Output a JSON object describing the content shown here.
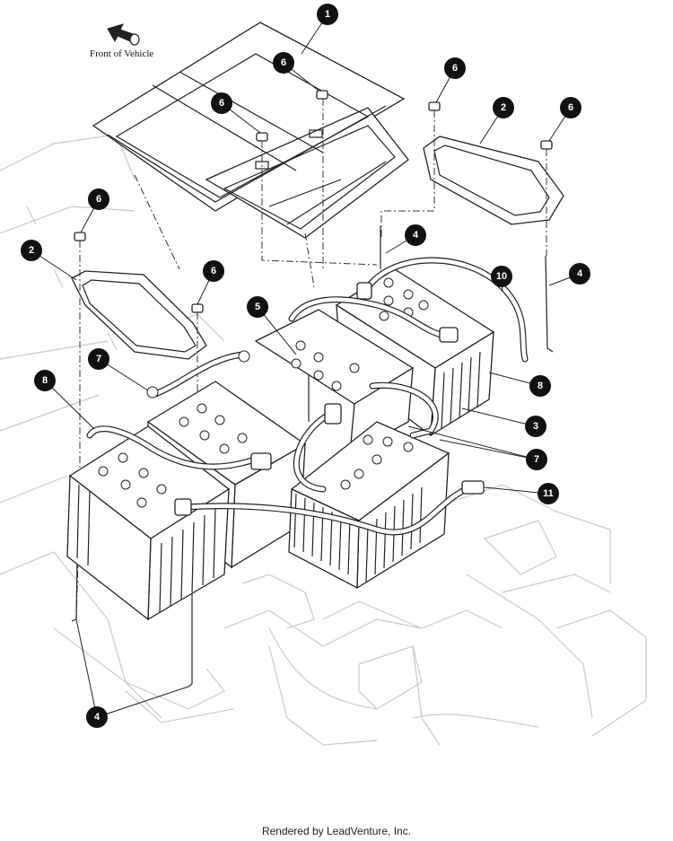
{
  "orientation_label": "Front of Vehicle",
  "footer": "Rendered by LeadVenture, Inc.",
  "callouts": [
    {
      "id": "c1",
      "label": "1"
    },
    {
      "id": "c6a",
      "label": "6"
    },
    {
      "id": "c6b",
      "label": "6"
    },
    {
      "id": "c6c",
      "label": "6"
    },
    {
      "id": "c6d",
      "label": "6"
    },
    {
      "id": "c2a",
      "label": "2"
    },
    {
      "id": "c6e",
      "label": "6"
    },
    {
      "id": "c4a",
      "label": "4"
    },
    {
      "id": "c2b",
      "label": "2"
    },
    {
      "id": "c6f",
      "label": "6"
    },
    {
      "id": "c10",
      "label": "10"
    },
    {
      "id": "c4b",
      "label": "4"
    },
    {
      "id": "c5",
      "label": "5"
    },
    {
      "id": "c7a",
      "label": "7"
    },
    {
      "id": "c8a",
      "label": "8"
    },
    {
      "id": "c8b",
      "label": "8"
    },
    {
      "id": "c3",
      "label": "3"
    },
    {
      "id": "c7b",
      "label": "7"
    },
    {
      "id": "c11",
      "label": "11"
    },
    {
      "id": "c4c",
      "label": "4"
    }
  ]
}
